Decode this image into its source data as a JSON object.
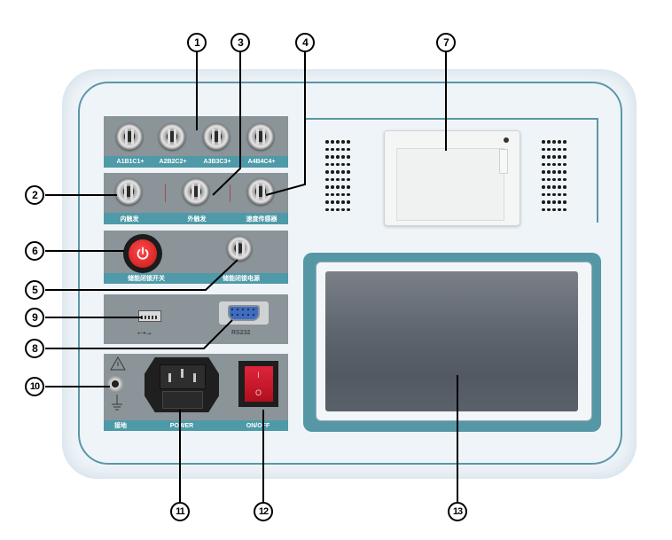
{
  "diagram": {
    "title": "Instrument front panel layout",
    "accent_color": "#4e9aa8",
    "panel_color": "#8a9499",
    "callouts": [
      {
        "id": "1",
        "number": "1",
        "target": "A/B/C channel connectors"
      },
      {
        "id": "2",
        "number": "2",
        "target": "Internal trigger connector"
      },
      {
        "id": "3",
        "number": "3",
        "target": "External trigger connector"
      },
      {
        "id": "4",
        "number": "4",
        "target": "Speed sensor connector"
      },
      {
        "id": "5",
        "number": "5",
        "target": "Energy storage lock power connector"
      },
      {
        "id": "6",
        "number": "6",
        "target": "Energy storage lock switch"
      },
      {
        "id": "7",
        "number": "7",
        "target": "Printer"
      },
      {
        "id": "8",
        "number": "8",
        "target": "RS232 port"
      },
      {
        "id": "9",
        "number": "9",
        "target": "USB port"
      },
      {
        "id": "10",
        "number": "10",
        "target": "Ground terminal"
      },
      {
        "id": "11",
        "number": "11",
        "target": "Power socket"
      },
      {
        "id": "12",
        "number": "12",
        "target": "ON/OFF switch"
      },
      {
        "id": "13",
        "number": "13",
        "target": "LCD touch screen"
      }
    ],
    "panels": {
      "channels": {
        "labels": [
          "A1B1C1+",
          "A2B2C2+",
          "A3B3C3+",
          "A4B4C4+"
        ]
      },
      "triggers": {
        "labels": [
          "内触发",
          "外触发",
          "速度传感器"
        ]
      },
      "lock": {
        "labels": [
          "储能闭锁开关",
          "储能闭锁电源"
        ]
      },
      "io": {
        "usb_symbol": "⭠•⭢",
        "rs232_label": "RS232"
      },
      "power": {
        "ground_label": "接地",
        "power_label": "POWER",
        "switch_label": "ON/OFF",
        "switch_on": "I",
        "switch_off": "O"
      }
    }
  }
}
